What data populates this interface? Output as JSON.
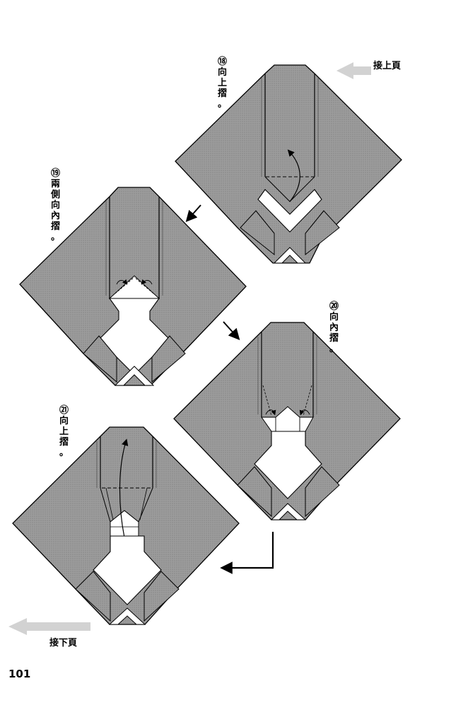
{
  "colors": {
    "paper_fill": "#9a9a9a",
    "outline": "#000000",
    "inner": "#ffffff",
    "arrow_gray": "#d2d2d2"
  },
  "nav": {
    "prev_label": "接上頁",
    "next_label": "接下頁"
  },
  "steps": [
    {
      "number": "⑱",
      "instruction": "向上摺",
      "end": "。"
    },
    {
      "number": "⑲",
      "instruction": "兩側向內摺",
      "end": "。"
    },
    {
      "number": "⑳",
      "instruction": "向內摺",
      "end": "。"
    },
    {
      "number": "㉑",
      "instruction": "向上摺",
      "end": "。"
    }
  ],
  "page_number": "101"
}
